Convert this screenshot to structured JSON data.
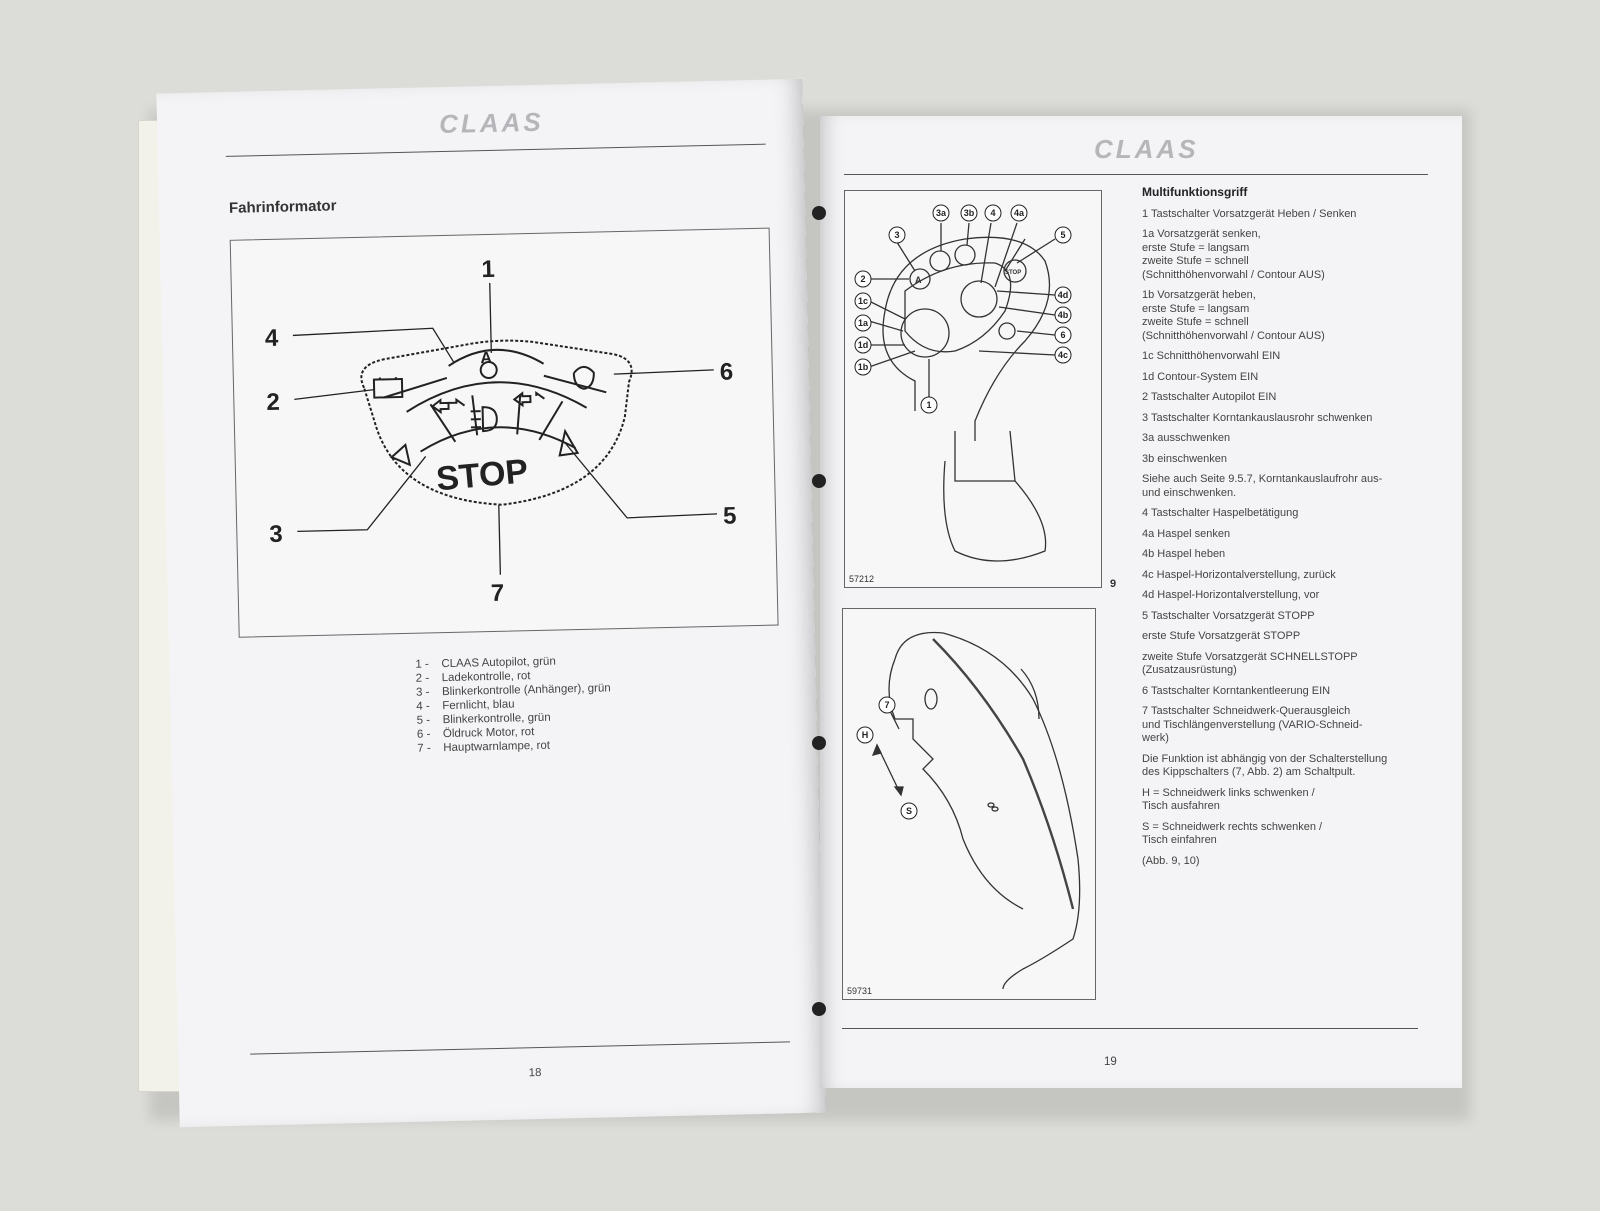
{
  "left_page": {
    "logo": "CLAAS",
    "heading": "Fahrinformator",
    "callouts": [
      "1",
      "2",
      "3",
      "4",
      "5",
      "6",
      "7"
    ],
    "panel_label": "STOP",
    "legend": [
      {
        "num": "1 -",
        "text": "CLAAS Autopilot, grün"
      },
      {
        "num": "2 -",
        "text": "Ladekontrolle, rot"
      },
      {
        "num": "3 -",
        "text": "Blinkerkontrolle (Anhänger), grün"
      },
      {
        "num": "4 -",
        "text": "Fernlicht, blau"
      },
      {
        "num": "5 -",
        "text": "Blinkerkontrolle, grün"
      },
      {
        "num": "6 -",
        "text": "Öldruck Motor, rot"
      },
      {
        "num": "7 -",
        "text": "Hauptwarnlampe, rot"
      }
    ],
    "page_number": "18"
  },
  "right_page": {
    "logo": "CLAAS",
    "figure_top": {
      "ref": "57212",
      "number": "9",
      "callouts": [
        "3a",
        "3b",
        "4",
        "4a",
        "3",
        "5",
        "2",
        "4d",
        "1c",
        "4b",
        "1a",
        "6",
        "1d",
        "4c",
        "1b",
        "1"
      ],
      "button_labels": {
        "auto": "A",
        "stop": "STOP"
      }
    },
    "figure_bottom": {
      "ref": "59731",
      "callouts": [
        "7",
        "H",
        "S"
      ]
    },
    "section_title": "Multifunktionsgriff",
    "items": [
      "1  Tastschalter Vorsatzgerät Heben / Senken",
      "1a   Vorsatzgerät senken,\n        erste Stufe = langsam\n        zweite Stufe = schnell\n        (Schnitthöhenvorwahl / Contour AUS)",
      "1b   Vorsatzgerät heben,\n        erste Stufe = langsam\n        zweite Stufe = schnell\n        (Schnitthöhenvorwahl / Contour AUS)",
      "1c   Schnitthöhenvorwahl EIN",
      "1d   Contour-System EIN",
      "2  Tastschalter Autopilot EIN",
      "3  Tastschalter Korntankauslausrohr schwenken",
      "3a   ausschwenken",
      "3b   einschwenken",
      "Siehe auch Seite 9.5.7, Korntankauslaufrohr aus-\nund einschwenken.",
      "4  Tastschalter Haspelbetätigung",
      "4a   Haspel senken",
      "4b   Haspel heben",
      "4c   Haspel-Horizontalverstellung, zurück",
      "4d   Haspel-Horizontalverstellung, vor",
      "5  Tastschalter Vorsatzgerät STOPP",
      "erste Stufe Vorsatzgerät STOPP",
      "zweite Stufe Vorsatzgerät SCHNELLSTOPP\n(Zusatzausrüstung)",
      "6  Tastschalter Korntankentleerung EIN",
      "7  Tastschalter Schneidwerk-Querausgleich\nund Tischlängenverstellung (VARIO-Schneid-\nwerk)",
      "Die Funktion ist abhängig von der Schalterstellung\ndes Kippschalters (7, Abb. 2) am Schaltpult.",
      "H = Schneidwerk links schwenken /\n       Tisch ausfahren",
      "S = Schneidwerk rechts schwenken /\n       Tisch einfahren",
      "(Abb. 9, 10)"
    ],
    "page_number": "19"
  }
}
